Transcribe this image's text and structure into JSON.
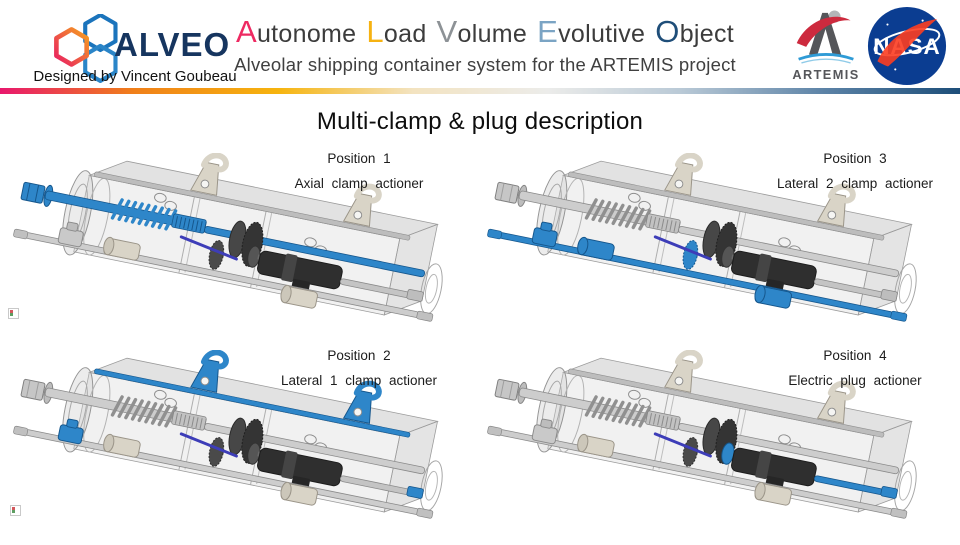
{
  "header": {
    "logo_name": "ALVEO",
    "logo_tagline": "Designed by Vincent Goubeau",
    "title_words": [
      {
        "cap": "A",
        "rest": "utonome",
        "color": "#ee2a62"
      },
      {
        "cap": "L",
        "rest": "oad",
        "color": "#f6b211"
      },
      {
        "cap": "V",
        "rest": "olume",
        "color": "#8d9296"
      },
      {
        "cap": "E",
        "rest": "volutive",
        "color": "#7ba4c4"
      },
      {
        "cap": "O",
        "rest": "bject",
        "color": "#1f4e79"
      }
    ],
    "subtitle": "Alveolar shipping container system for the ARTEMIS project",
    "artemis_label": "ARTEMIS",
    "nasa_label": "NASA"
  },
  "divider": {
    "colors": [
      "#e8186d",
      "#f0801a",
      "#f6b40e",
      "#f3e3c0",
      "#ececea",
      "#b9c9d6",
      "#5b82a6",
      "#1d4e79"
    ]
  },
  "main": {
    "section_title": "Multi-clamp & plug description",
    "highlight_color": "#2e86c9",
    "positions": [
      {
        "label": "Position 1",
        "description": "Axial clamp actioner",
        "highlight": [
          "bolt",
          "main_shaft",
          "spring",
          "thread"
        ]
      },
      {
        "label": "Position 3",
        "description": "Lateral 2 clamp actioner",
        "highlight": [
          "bottom_shaft",
          "roller_a",
          "roller_b",
          "center_gear",
          "left_clamp",
          "bottom_tip"
        ]
      },
      {
        "label": "Position 2",
        "description": "Lateral 1 clamp actioner",
        "highlight": [
          "hook_a",
          "hook_b",
          "top_shaft",
          "left_clamp",
          "plug_tip"
        ]
      },
      {
        "label": "Position 4",
        "description": "Electric plug actioner",
        "highlight": [
          "coupling",
          "plug_shaft",
          "plug_tip"
        ]
      }
    ]
  }
}
